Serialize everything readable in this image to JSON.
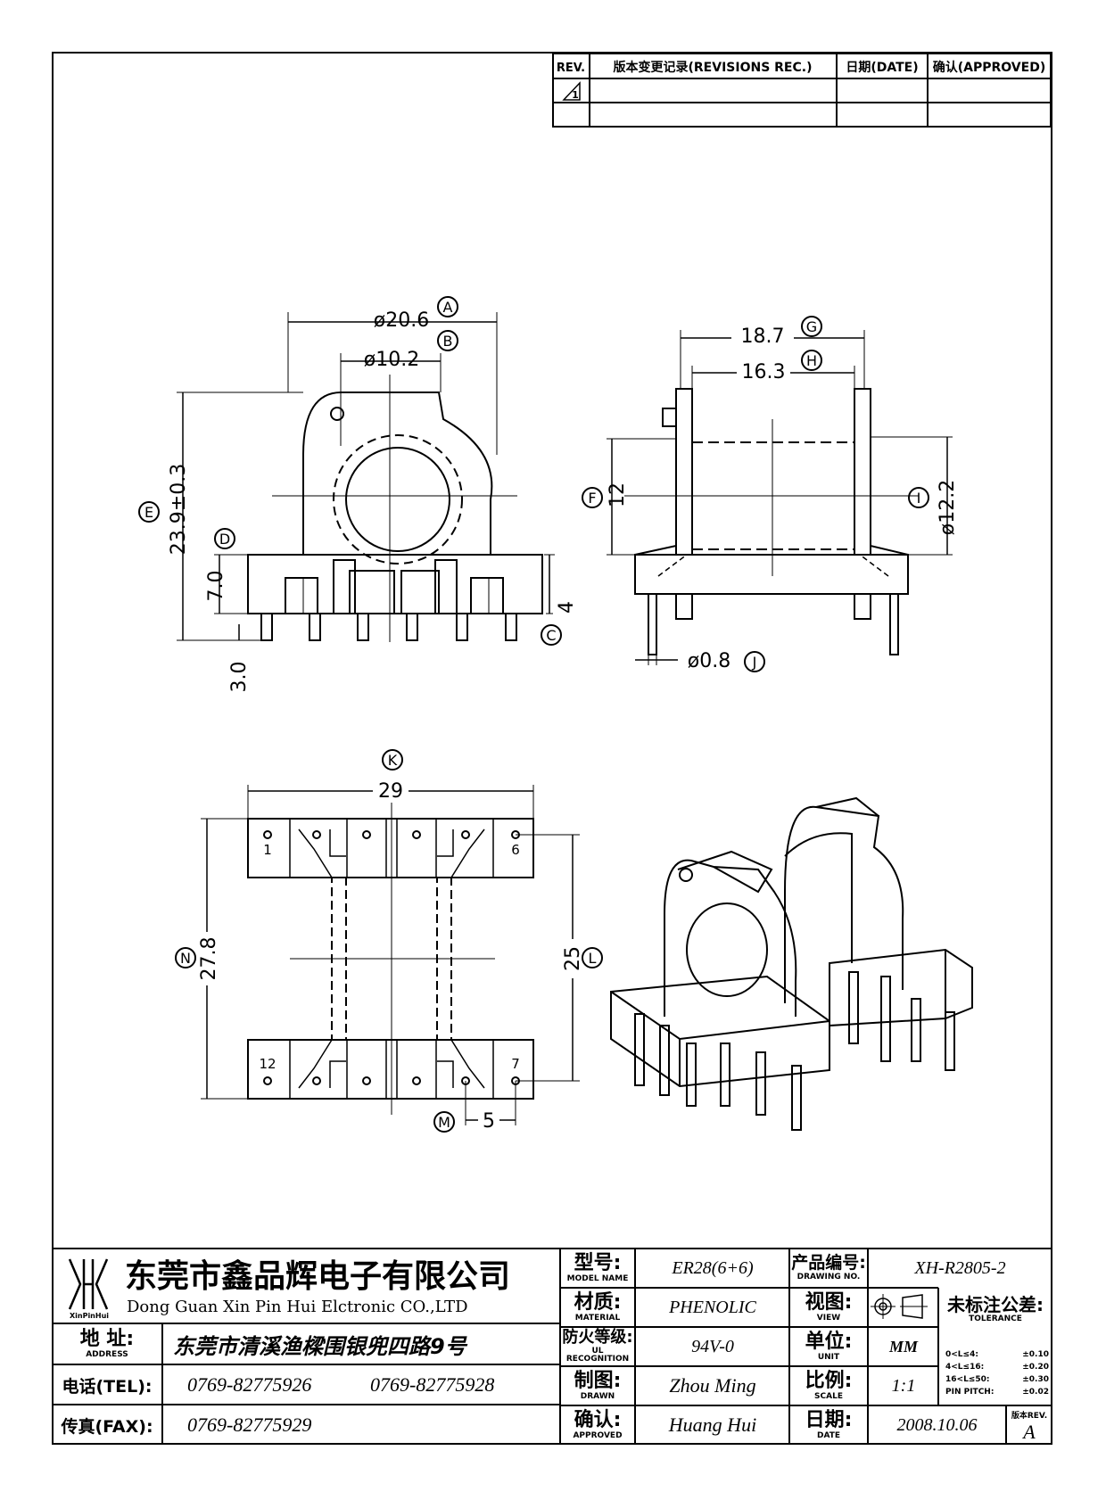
{
  "revision_table": {
    "rev_header": "REV.",
    "record_header": "版本变更记录(REVISIONS REC.)",
    "date_header": "日期(DATE)",
    "approved_header": "确认(APPROVED)",
    "rev_symbol": "1"
  },
  "dimensions": {
    "A": {
      "letter": "A",
      "value": "ø20.6"
    },
    "B": {
      "letter": "B",
      "value": "ø10.2"
    },
    "C": {
      "letter": "C",
      "value": "4"
    },
    "D": {
      "letter": "D",
      "value": "7.0"
    },
    "E": {
      "letter": "E",
      "value": "23.9±0.3"
    },
    "F": {
      "letter": "F",
      "value": "12"
    },
    "G": {
      "letter": "G",
      "value": "18.7"
    },
    "H": {
      "letter": "H",
      "value": "16.3"
    },
    "I": {
      "letter": "I",
      "value": "ø12.2"
    },
    "J": {
      "letter": "J",
      "value": "ø0.8"
    },
    "K": {
      "letter": "K",
      "value": "29"
    },
    "L": {
      "letter": "L",
      "value": "25"
    },
    "M": {
      "letter": "M",
      "value": "5"
    },
    "N": {
      "letter": "N",
      "value": "27.8"
    },
    "pin_length": "3.0"
  },
  "pin_numbers": {
    "p1": "1",
    "p6": "6",
    "p12": "12",
    "p7": "7"
  },
  "title_block": {
    "company_cn": "东莞市鑫品辉电子有限公司",
    "company_en": "Dong Guan Xin Pin Hui Elctronic CO.,LTD",
    "logo_text": "XinPinHui",
    "address_label": "地 址:",
    "address_label_en": "ADDRESS",
    "address": "东莞市清溪渔樑围银兜四路9号",
    "tel_label": "电话(TEL):",
    "tel_1": "0769-82775926",
    "tel_2": "0769-82775928",
    "fax_label": "传真(FAX):",
    "fax": "0769-82775929",
    "model_label": "型号:",
    "model_label_en": "MODEL NAME",
    "model": "ER28(6+6)",
    "material_label": "材质:",
    "material_label_en": "MATERIAL",
    "material": "PHENOLIC",
    "ul_label": "防火等级:",
    "ul_label_en": "UL RECOGNITION",
    "ul": "94V-0",
    "drawn_label": "制图:",
    "drawn_label_en": "DRAWN",
    "drawn": "Zhou Ming",
    "approved_label": "确认:",
    "approved_label_en": "APPROVED",
    "approved": "Huang Hui",
    "drawing_no_label": "产品编号:",
    "drawing_no_label_en": "DRAWING NO.",
    "drawing_no": "XH-R2805-2",
    "view_label": "视图:",
    "view_label_en": "VIEW",
    "unit_label": "单位:",
    "unit_label_en": "UNIT",
    "unit": "MM",
    "scale_label": "比例:",
    "scale_label_en": "SCALE",
    "scale": "1:1",
    "date_label": "日期:",
    "date_label_en": "DATE",
    "date": "2008.10.06",
    "tolerance_label": "未标注公差:",
    "tolerance_label_en": "TOLERANCE",
    "tolerances": [
      {
        "range": "0<L≤4:",
        "value": "±0.10"
      },
      {
        "range": "4<L≤16:",
        "value": "±0.20"
      },
      {
        "range": "16<L≤50:",
        "value": "±0.30"
      },
      {
        "range": "PIN PITCH:",
        "value": "±0.02"
      }
    ],
    "version_label": "版本REV.",
    "version": "A"
  }
}
